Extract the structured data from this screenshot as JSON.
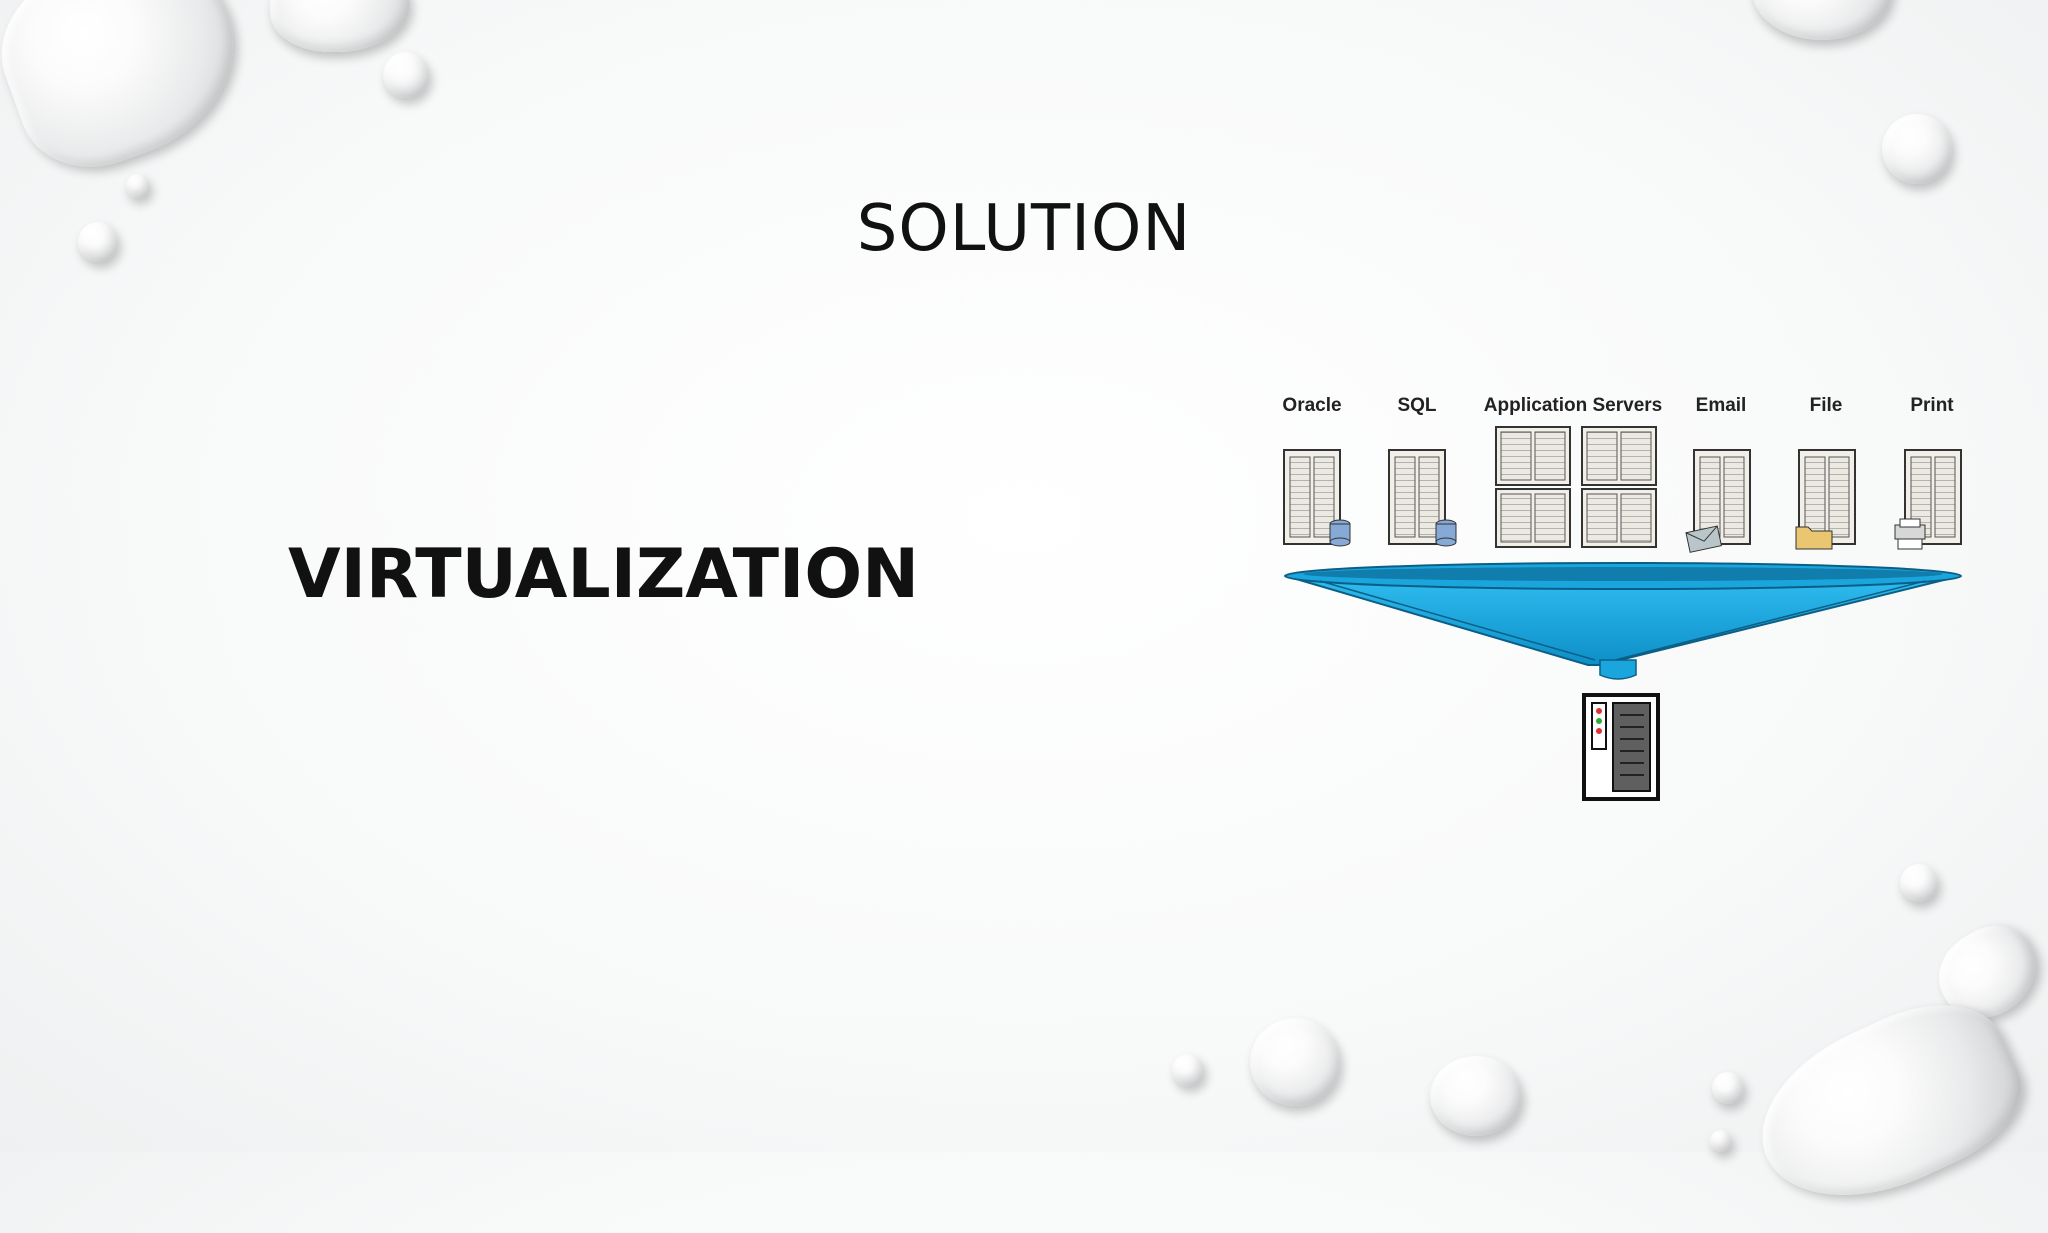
{
  "slide": {
    "title": "SOLUTION",
    "subtitle": "VIRTUALIZATION"
  },
  "diagram": {
    "server_labels": [
      "Oracle",
      "SQL",
      "Application Servers",
      "Email",
      "File",
      "Print"
    ],
    "funnel_color": "#1aa6dd",
    "funnel_dark": "#0b5f86"
  }
}
